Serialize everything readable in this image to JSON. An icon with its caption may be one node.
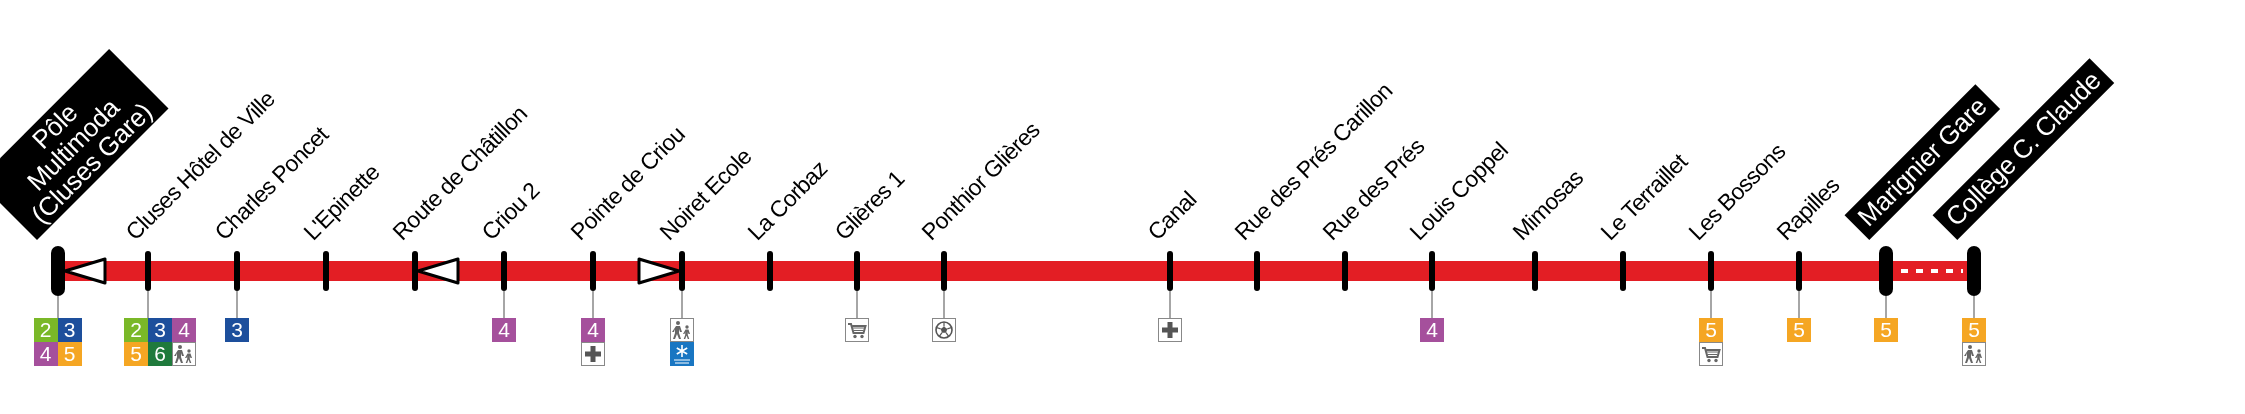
{
  "diagram": {
    "nodes": [
      {
        "text": [
          "Pôle Multimoda (Cluses Gare)"
        ],
        "beside": [
          "2",
          "3",
          "4",
          "5"
        ]
      },
      {
        "text": [
          "Cluses Hôtel de Ville"
        ],
        "beside": [
          "2",
          "3",
          "4",
          "5",
          "6"
        ]
      },
      {
        "text": [
          "Charles Poncet"
        ],
        "beside": [
          "3"
        ]
      },
      {
        "text": [
          "L'Epinette"
        ]
      },
      {
        "text": [
          "Route de Châtillon"
        ]
      },
      {
        "text": [
          "Criou 2"
        ],
        "beside": [
          "4"
        ]
      },
      {
        "text": [
          "Pointe de Criou"
        ],
        "beside": [
          "4"
        ]
      },
      {
        "text": [
          "Noiret Ecole"
        ]
      },
      {
        "text": [
          "La Corbaz"
        ]
      },
      {
        "text": [
          "Glières 1"
        ]
      },
      {
        "text": [
          "Ponthior Glières"
        ]
      },
      {
        "text": [
          "Canal"
        ]
      },
      {
        "text": [
          "Rue des Prés Carillon"
        ]
      },
      {
        "text": [
          "Rue des Prés"
        ]
      },
      {
        "text": [
          "Louis Coppel"
        ],
        "beside": [
          "4"
        ]
      },
      {
        "text": [
          "Mimosas"
        ]
      },
      {
        "text": [
          "Le Terraillet"
        ]
      },
      {
        "text": [
          "Les Bossons"
        ],
        "beside": [
          "5"
        ]
      },
      {
        "text": [
          "Rapilles"
        ],
        "beside": [
          "5"
        ]
      },
      {
        "text": [
          "Marignier Gare"
        ],
        "beside": [
          "5"
        ]
      },
      {
        "text": [
          "Collège C. Claude"
        ],
        "beside": [
          "5"
        ]
      }
    ],
    "edges": [
      {
        "from": 1,
        "to": 0,
        "arrow": "to"
      },
      {
        "from": 1,
        "to": 2,
        "arrow": "none"
      },
      {
        "from": 2,
        "to": 3,
        "arrow": "none"
      },
      {
        "from": 3,
        "to": 4,
        "arrow": "none"
      },
      {
        "from": 5,
        "to": 4,
        "arrow": "to"
      },
      {
        "from": 5,
        "to": 6,
        "arrow": "none"
      },
      {
        "from": 6,
        "to": 7,
        "arrow": "to"
      },
      {
        "from": 7,
        "to": 8,
        "arrow": "none"
      },
      {
        "from": 8,
        "to": 9,
        "arrow": "none"
      },
      {
        "from": 9,
        "to": 10,
        "arrow": "none"
      },
      {
        "from": 10,
        "to": 11,
        "arrow": "none"
      },
      {
        "from": 11,
        "to": 12,
        "arrow": "none"
      },
      {
        "from": 12,
        "to": 13,
        "arrow": "none"
      },
      {
        "from": 13,
        "to": 14,
        "arrow": "none"
      },
      {
        "from": 14,
        "to": 15,
        "arrow": "none"
      },
      {
        "from": 15,
        "to": 16,
        "arrow": "none"
      },
      {
        "from": 16,
        "to": 17,
        "arrow": "none"
      },
      {
        "from": 17,
        "to": 18,
        "arrow": "none"
      },
      {
        "from": 18,
        "to": 19,
        "arrow": "none"
      },
      {
        "from": 19,
        "to": 20,
        "arrow": "none",
        "style": "dashed",
        "color": "#ffffff"
      }
    ]
  }
}
